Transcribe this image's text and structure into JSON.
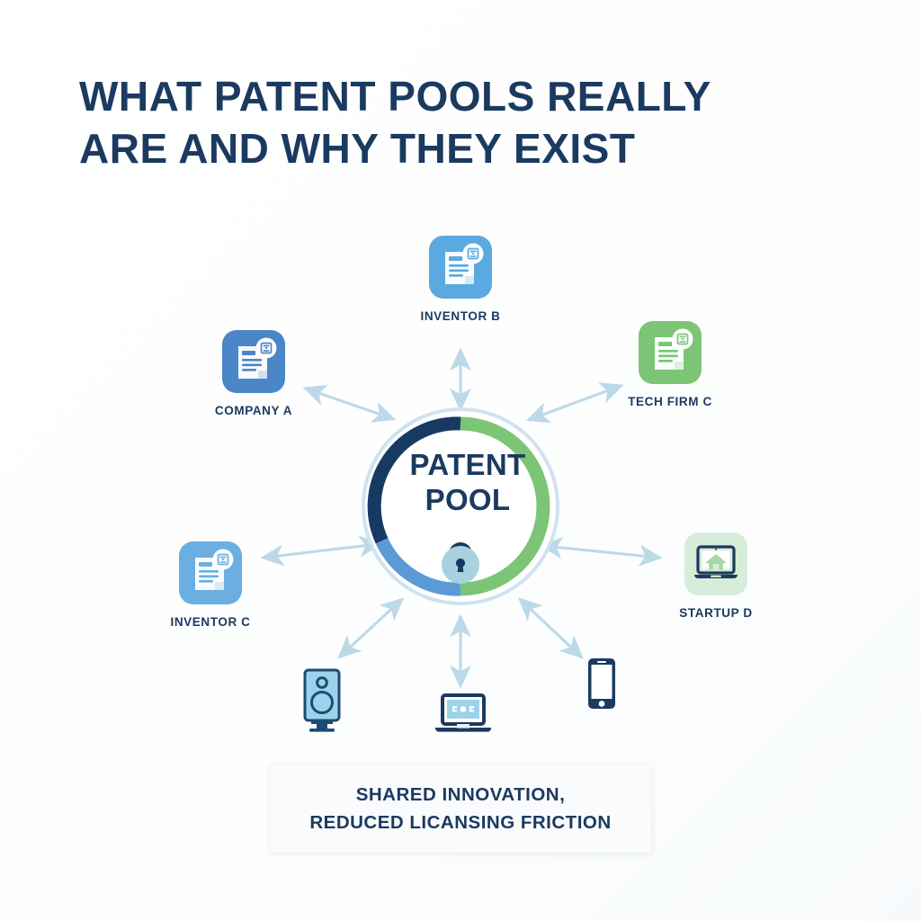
{
  "title": {
    "line1": "What Patent Pools Really",
    "line2": "Are and Why They Exist"
  },
  "center": {
    "line1": "Patent",
    "line2": "Pool",
    "lock_icon": "lock-icon",
    "ring": {
      "segments": [
        {
          "name": "navy-segment",
          "color": "#173a63",
          "from_deg": -90,
          "to_deg": -205
        },
        {
          "name": "green-segment",
          "color": "#7cc576",
          "from_deg": -90,
          "to_deg": 90
        },
        {
          "name": "blue-segment",
          "color": "#5b9bd5",
          "from_deg": 90,
          "to_deg": 155
        }
      ],
      "outer_ring_color": "#cfe2ef"
    }
  },
  "nodes": [
    {
      "id": "inventor-b",
      "label": "Inventor B",
      "icon": "patent-document-icon",
      "color": "#5aa9e0",
      "doc_color": "#ffffff"
    },
    {
      "id": "company-a",
      "label": "Company A",
      "icon": "patent-document-icon",
      "color": "#4a86c8",
      "doc_color": "#ffffff"
    },
    {
      "id": "tech-firm-c",
      "label": "Tech Firm C",
      "icon": "patent-document-icon",
      "color": "#7cc576",
      "doc_color": "#ffffff"
    },
    {
      "id": "inventor-c",
      "label": "Inventor C",
      "icon": "patent-document-icon",
      "color": "#6aaee2",
      "doc_color": "#ffffff"
    },
    {
      "id": "startup-d",
      "label": "Startup D",
      "icon": "laptop-home-icon",
      "color": "#d7ecd9",
      "doc_color": "#1b3a60"
    }
  ],
  "devices": [
    {
      "id": "speaker",
      "icon": "speaker-icon",
      "color": "#9cd2ea",
      "stroke": "#1f4b73"
    },
    {
      "id": "laptop",
      "icon": "laptop-icon",
      "color": "#9cd2ea",
      "stroke": "#1b3a60"
    },
    {
      "id": "smartphone",
      "icon": "smartphone-icon",
      "color": "#ffffff",
      "stroke": "#1b3a60"
    }
  ],
  "arrows": {
    "color": "#bcd9e8",
    "style": "double-headed",
    "count": 8
  },
  "banner": {
    "line1": "Shared Innovation,",
    "line2": "Reduced Licansing Friction"
  },
  "palette": {
    "navy": "#1b3a60",
    "green": "#7cc576",
    "blue": "#5b9bd5",
    "light_blue": "#9cd2ea",
    "arrow": "#bcd9e8",
    "background": "#ffffff"
  }
}
